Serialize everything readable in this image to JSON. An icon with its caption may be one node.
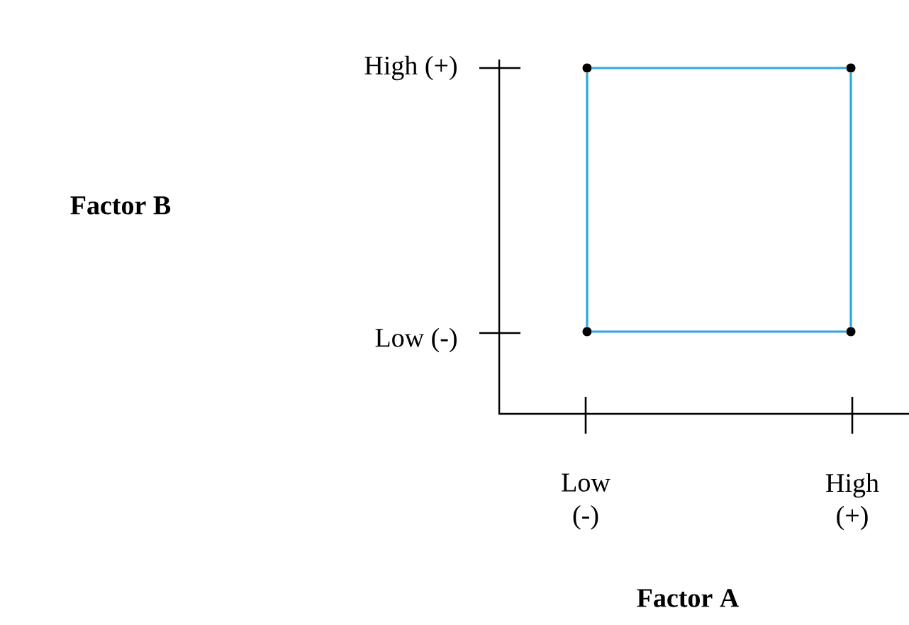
{
  "diagram": {
    "nodes": [
      {
        "text": [],
        "shape": "circle"
      },
      {
        "text": [],
        "shape": "circle"
      },
      {
        "text": [],
        "shape": "circle"
      },
      {
        "text": [],
        "shape": "circle"
      }
    ],
    "edges": [
      {
        "from": 0,
        "to": 1,
        "arrow": "none"
      },
      {
        "from": 1,
        "to": 3,
        "arrow": "none"
      },
      {
        "from": 3,
        "to": 2,
        "arrow": "none"
      },
      {
        "from": 2,
        "to": 0,
        "arrow": "none"
      }
    ],
    "labels": [
      "High (+)",
      "Factor B",
      "Low (-)",
      "Low (-)",
      "High (+)",
      "Factor A"
    ]
  }
}
